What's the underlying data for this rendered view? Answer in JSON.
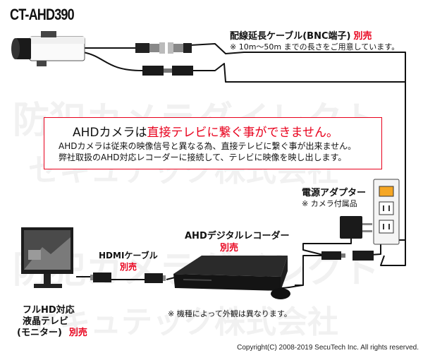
{
  "camera": {
    "model": "CT-AHD390"
  },
  "cable": {
    "label": "配線延長ケーブル(BNC端子)",
    "sold_separately": "別売",
    "note": "※ 10m～50m までの長さをご用意しています。"
  },
  "notice": {
    "title_prefix": "AHDカメラは",
    "title_emphasis": "直接テレビに繋ぐ事ができません。",
    "lines": [
      "AHDカメラは従来の映像信号と異なる為、直接テレビに繋ぐ事が出来ません。",
      "弊社取扱のAHD対応レコーダーに接続して、テレビに映像を映し出します。"
    ]
  },
  "power_adapter": {
    "label": "電源アダプター",
    "note": "※ カメラ付属品"
  },
  "recorder": {
    "label": "AHDデジタルレコーダー",
    "sold_separately": "別売",
    "note": "※ 機種によって外観は異なります。"
  },
  "hdmi": {
    "label": "HDMIケーブル",
    "sold_separately": "別売"
  },
  "monitor": {
    "line1": "フルHD対応",
    "line2": "液晶テレビ",
    "line3": "(モニター)",
    "sold_separately": "別売"
  },
  "watermark": {
    "line1": "防犯カメラダイレクト",
    "line2": "セキュテック株式会社"
  },
  "copyright": "Copyright(C) 2008-2019 SecuTech Inc. All rights reserved.",
  "colors": {
    "accent_red": "#e8001c",
    "outlet_orange": "#f5a623"
  }
}
